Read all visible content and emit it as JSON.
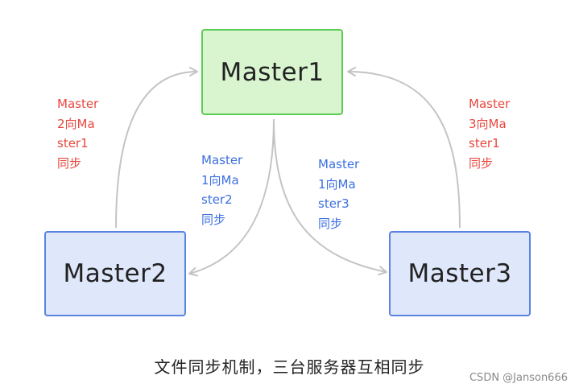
{
  "nodes": {
    "master1": "Master1",
    "master2": "Master2",
    "master3": "Master3"
  },
  "edges": {
    "m2_to_m1": [
      "Master",
      "2向Ma",
      "ster1",
      "同步"
    ],
    "m3_to_m1": [
      "Master",
      "3向Ma",
      "ster1",
      "同步"
    ],
    "m1_to_m2": [
      "Master",
      "1向Ma",
      "ster2",
      "同步"
    ],
    "m1_to_m3": [
      "Master",
      "1向Ma",
      "ster3",
      "同步"
    ]
  },
  "colors": {
    "master1_fill": "#d9f5d0",
    "master1_border": "#5ccc52",
    "slave_fill": "#dfe8fb",
    "slave_border": "#5a82e0",
    "red_label": "#e8473f",
    "blue_label": "#3b6fe0",
    "arrow": "#c4c4c4"
  },
  "caption": "文件同步机制，三台服务器互相同步",
  "watermark": "CSDN @Janson666"
}
